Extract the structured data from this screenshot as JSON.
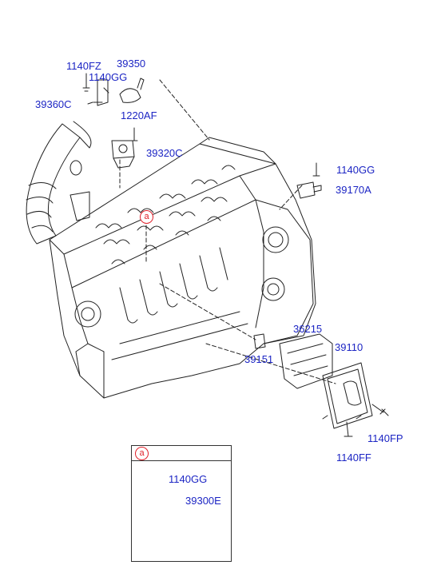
{
  "diagram": {
    "callout_marker": "a",
    "parts": {
      "p1140fz": "1140FZ",
      "p39350": "39350",
      "p1140gg_top": "1140GG",
      "p39360c": "39360C",
      "p1220af": "1220AF",
      "p39320c": "39320C",
      "p1140gg_right": "1140GG",
      "p39170a": "39170A",
      "p36215": "36215",
      "p39110": "39110",
      "p39151": "39151",
      "p1140fp": "1140FP",
      "p1140ff": "1140FF"
    },
    "detail": {
      "marker": "a",
      "p1140gg": "1140GG",
      "p39300e": "39300E"
    },
    "colors": {
      "label": "#1c25c4",
      "callout": "#e0202a",
      "line": "#222222"
    }
  }
}
